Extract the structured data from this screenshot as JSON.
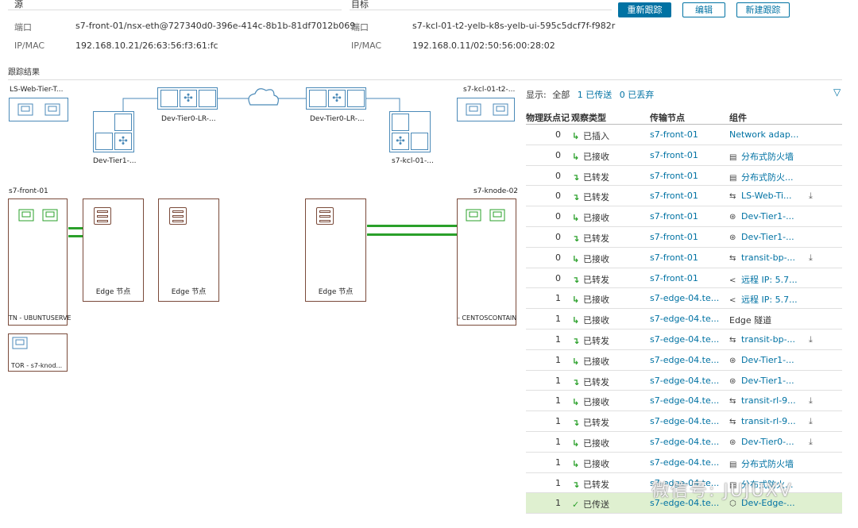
{
  "header": {
    "source_title": "源",
    "target_title": "目标",
    "port_label": "端口",
    "ipmac_label": "IP/MAC",
    "source_port": "s7-front-01/nsx-eth@727340d0-396e-414c-8b1b-81df7012b069",
    "source_ipmac": "192.168.10.21/26:63:56:f3:61:fc",
    "target_port": "s7-kcl-01-t2-yelb-k8s-yelb-ui-595c5dcf7f-f982r",
    "target_ipmac": "192.168.0.11/02:50:56:00:28:02"
  },
  "buttons": {
    "retrace": "重新跟踪",
    "edit": "编辑",
    "new_trace": "新建跟踪"
  },
  "result_title": "跟踪结果",
  "topology": {
    "ls_web": "LS-Web-Tier-T...",
    "kcl_top": "s7-kcl-01-t2-...",
    "tier0_left": "Dev-Tier0-LR-...",
    "tier0_right": "Dev-Tier0-LR-...",
    "tier1": "Dev-Tier1-...",
    "kcl": "s7-kcl-01-...",
    "front": "s7-front-01",
    "knode": "s7-knode-02",
    "edge1": "Edge 节点",
    "edge2": "Edge 节点",
    "edge3": "Edge 节点",
    "tn_left": "TN - UBUNTUSERVE",
    "tn_right": "- CENTOSCONTAIN",
    "tor": "TOR - s7-knod..."
  },
  "filter": {
    "show_label": "显示:",
    "all": "全部",
    "delivered": "1 已传送",
    "dropped": "0 已丢弃"
  },
  "table": {
    "columns": [
      "物理跃点记",
      "观察类型",
      "传输节点",
      "组件"
    ],
    "rows": [
      {
        "hop": "0",
        "obs": "已插入",
        "dir": "in",
        "node": "s7-front-01",
        "icon": "",
        "comp": "Network adap...",
        "plain": false,
        "dl": false
      },
      {
        "hop": "0",
        "obs": "已接收",
        "dir": "in",
        "node": "s7-front-01",
        "icon": "▤",
        "comp": "分布式防火墙",
        "plain": false,
        "dl": false
      },
      {
        "hop": "0",
        "obs": "已转发",
        "dir": "out",
        "node": "s7-front-01",
        "icon": "▤",
        "comp": "分布式防火...",
        "plain": false,
        "dl": false
      },
      {
        "hop": "0",
        "obs": "已转发",
        "dir": "out",
        "node": "s7-front-01",
        "icon": "⇆",
        "comp": "LS-Web-Ti...",
        "plain": false,
        "dl": true
      },
      {
        "hop": "0",
        "obs": "已接收",
        "dir": "in",
        "node": "s7-front-01",
        "icon": "⊛",
        "comp": "Dev-Tier1-...",
        "plain": false,
        "dl": false
      },
      {
        "hop": "0",
        "obs": "已转发",
        "dir": "out",
        "node": "s7-front-01",
        "icon": "⊛",
        "comp": "Dev-Tier1-...",
        "plain": false,
        "dl": false
      },
      {
        "hop": "0",
        "obs": "已接收",
        "dir": "in",
        "node": "s7-front-01",
        "icon": "⇆",
        "comp": "transit-bp-...",
        "plain": false,
        "dl": true
      },
      {
        "hop": "0",
        "obs": "已转发",
        "dir": "out",
        "node": "s7-front-01",
        "icon": "<",
        "comp": "远程 IP: 5.7...",
        "plain": false,
        "dl": false
      },
      {
        "hop": "1",
        "obs": "已接收",
        "dir": "in",
        "node": "s7-edge-04.te...",
        "icon": "<",
        "comp": "远程 IP: 5.7...",
        "plain": false,
        "dl": false
      },
      {
        "hop": "1",
        "obs": "已接收",
        "dir": "in",
        "node": "s7-edge-04.te...",
        "icon": "",
        "comp": "Edge 隧道",
        "plain": true,
        "dl": false
      },
      {
        "hop": "1",
        "obs": "已转发",
        "dir": "out",
        "node": "s7-edge-04.te...",
        "icon": "⇆",
        "comp": "transit-bp-...",
        "plain": false,
        "dl": true
      },
      {
        "hop": "1",
        "obs": "已接收",
        "dir": "in",
        "node": "s7-edge-04.te...",
        "icon": "⊛",
        "comp": "Dev-Tier1-...",
        "plain": false,
        "dl": false
      },
      {
        "hop": "1",
        "obs": "已转发",
        "dir": "out",
        "node": "s7-edge-04.te...",
        "icon": "⊛",
        "comp": "Dev-Tier1-...",
        "plain": false,
        "dl": false
      },
      {
        "hop": "1",
        "obs": "已接收",
        "dir": "in",
        "node": "s7-edge-04.te...",
        "icon": "⇆",
        "comp": "transit-rl-9...",
        "plain": false,
        "dl": true
      },
      {
        "hop": "1",
        "obs": "已转发",
        "dir": "out",
        "node": "s7-edge-04.te...",
        "icon": "⇆",
        "comp": "transit-rl-9...",
        "plain": false,
        "dl": true
      },
      {
        "hop": "1",
        "obs": "已接收",
        "dir": "in",
        "node": "s7-edge-04.te...",
        "icon": "⊛",
        "comp": "Dev-Tier0-...",
        "plain": false,
        "dl": true
      },
      {
        "hop": "1",
        "obs": "已接收",
        "dir": "in",
        "node": "s7-edge-04.te...",
        "icon": "▤",
        "comp": "分布式防火墙",
        "plain": false,
        "dl": false
      },
      {
        "hop": "1",
        "obs": "已转发",
        "dir": "out",
        "node": "s7-edge-04.te...",
        "icon": "▤",
        "comp": "分布式防火...",
        "plain": false,
        "dl": false
      },
      {
        "hop": "1",
        "obs": "已传送",
        "dir": "ok",
        "node": "s7-edge-04.te...",
        "icon": "⬡",
        "comp": "Dev-Edge-...",
        "plain": false,
        "dl": false
      }
    ]
  },
  "watermark": "微信号: JUJUXV",
  "colors": {
    "accent": "#0072a3",
    "green": "#2aa02a",
    "server": "#7a4a3a",
    "router": "#4b8ab8",
    "selected_row": "#dff0d0"
  }
}
